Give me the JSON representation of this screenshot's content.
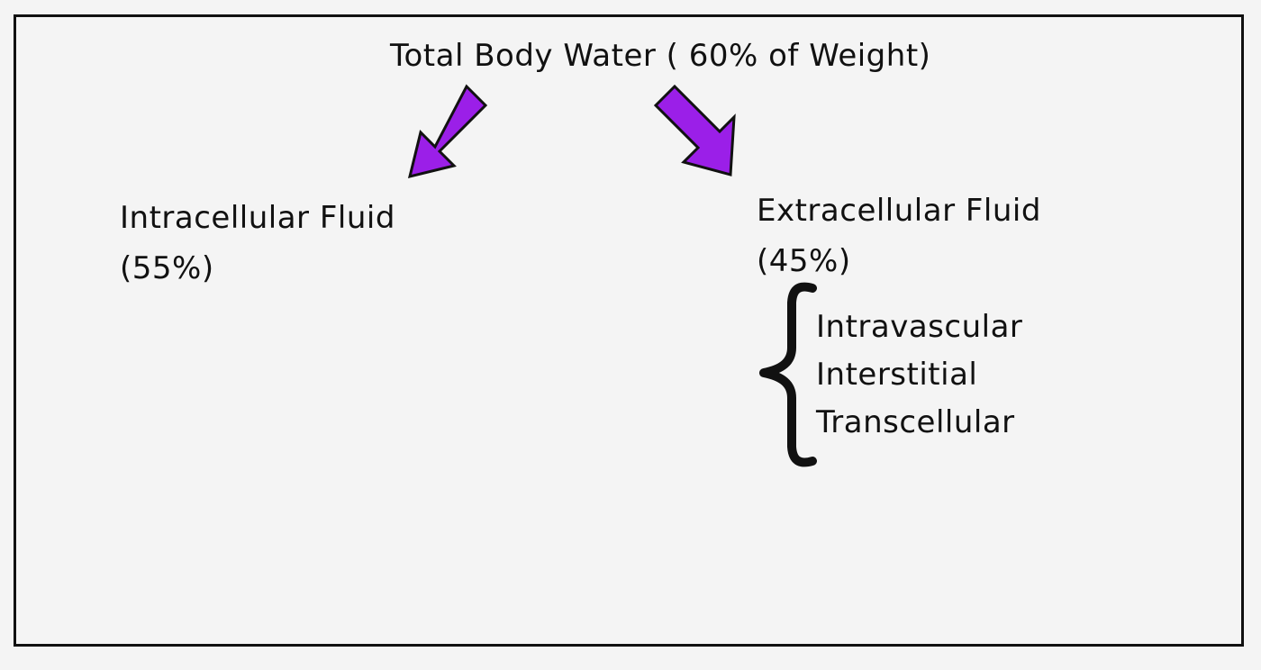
{
  "diagram": {
    "title": "Total Body  Water ( 60% of Weight)",
    "intracellular": {
      "name": "Intracellular Fluid",
      "percent": "(55%)"
    },
    "extracellular": {
      "name": "Extracellular Fluid",
      "percent": "(45%)",
      "compartments": [
        "Intravascular",
        "Interstitial",
        "Transcellular"
      ]
    }
  },
  "colors": {
    "arrow_fill": "#9b1fe8",
    "arrow_stroke": "#111111",
    "frame_border": "#111111",
    "background": "#f4f4f4",
    "text": "#111111"
  },
  "icons": {
    "left_arrow": "arrow-down-left-icon",
    "right_arrow": "arrow-down-right-icon",
    "brace": "curly-brace-icon"
  }
}
